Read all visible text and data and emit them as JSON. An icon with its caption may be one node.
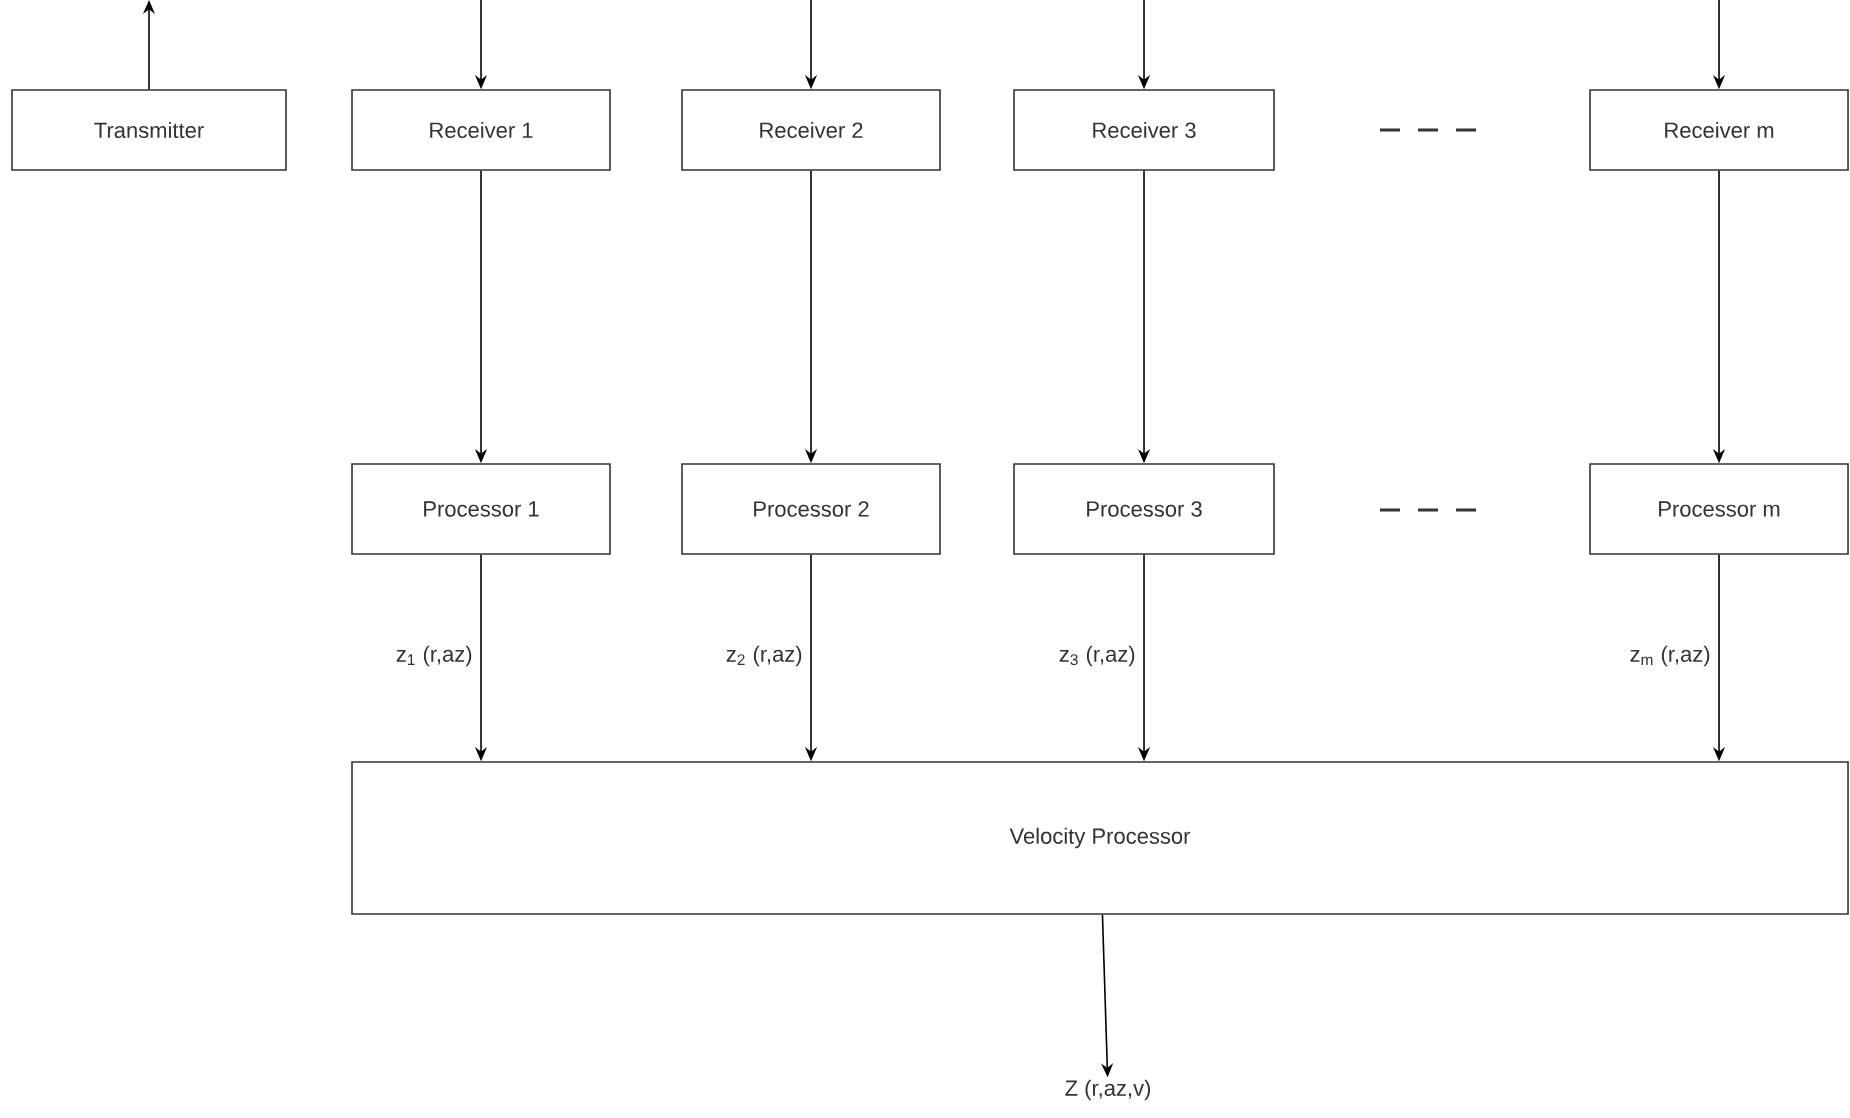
{
  "diagram": {
    "nodes": [
      {
        "text": [
          "Transmitter"
        ]
      },
      {
        "text": [
          "Receiver 1"
        ]
      },
      {
        "text": [
          "Receiver 2"
        ]
      },
      {
        "text": [
          "Receiver 3"
        ]
      },
      {
        "text": [
          "Receiver m"
        ]
      },
      {
        "text": [
          "Processor 1"
        ]
      },
      {
        "text": [
          "Processor 2"
        ]
      },
      {
        "text": [
          "Processor 3"
        ]
      },
      {
        "text": [
          "Processor m"
        ]
      },
      {
        "text": [
          "Velocity Processor"
        ]
      },
      {
        "text": [
          "Z (r,az,v)"
        ]
      }
    ],
    "edges": [
      {
        "from": 0,
        "to": null,
        "arrow": "to"
      },
      {
        "from": null,
        "to": 1,
        "arrow": "to"
      },
      {
        "from": null,
        "to": 2,
        "arrow": "to"
      },
      {
        "from": null,
        "to": 3,
        "arrow": "to"
      },
      {
        "from": null,
        "to": 4,
        "arrow": "to"
      },
      {
        "from": 1,
        "to": 5,
        "arrow": "to"
      },
      {
        "from": 2,
        "to": 6,
        "arrow": "to"
      },
      {
        "from": 3,
        "to": 7,
        "arrow": "to"
      },
      {
        "from": 4,
        "to": 8,
        "arrow": "to"
      },
      {
        "from": 5,
        "to": 9,
        "arrow": "to",
        "label": "z$_{1}$ (r,az)"
      },
      {
        "from": 6,
        "to": 9,
        "arrow": "to",
        "label": "z$_{2}$ (r,az)"
      },
      {
        "from": 7,
        "to": 9,
        "arrow": "to",
        "label": "z$_{3}$ (r,az)"
      },
      {
        "from": 8,
        "to": 9,
        "arrow": "to",
        "label": "z$_{m}$ (r,az)"
      },
      {
        "from": 9,
        "to": 10,
        "arrow": "to"
      }
    ]
  }
}
